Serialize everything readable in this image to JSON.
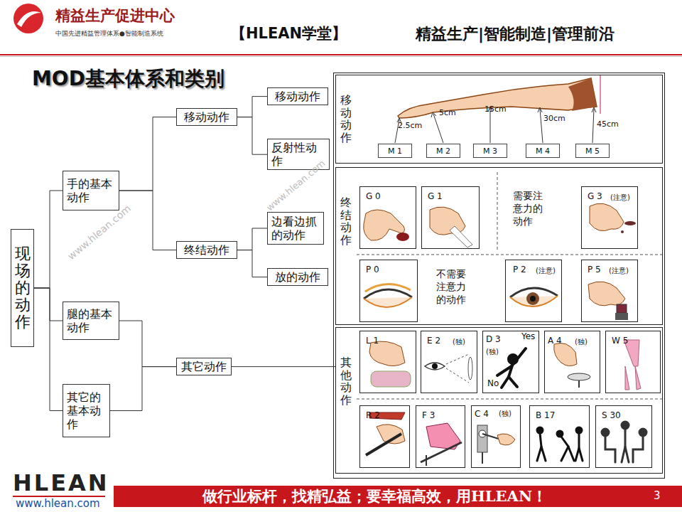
{
  "diagram": {
    "title": "MOD基本体系和类别",
    "nodes": [
      {
        "text": [
          "现场的动作"
        ]
      },
      {
        "text": [
          "手的基本动作"
        ]
      },
      {
        "text": [
          "移动动作"
        ]
      },
      {
        "text": [
          "移动动作"
        ]
      },
      {
        "text": [
          "反射性动作"
        ]
      },
      {
        "text": [
          "终结动作"
        ]
      },
      {
        "text": [
          "边看边抓的动作"
        ]
      },
      {
        "text": [
          "放的动作"
        ]
      },
      {
        "text": [
          "腿的基本动作"
        ]
      },
      {
        "text": [
          "其它的基本动作"
        ]
      },
      {
        "text": [
          "其它动作"
        ]
      },
      {
        "text": [
          "移动动作"
        ]
      },
      {
        "text": [
          "M 1"
        ],
        "in": 11
      },
      {
        "text": [
          "M 2"
        ],
        "in": 11
      },
      {
        "text": [
          "M 3"
        ],
        "in": 11
      },
      {
        "text": [
          "M 4"
        ],
        "in": 11
      },
      {
        "text": [
          "M 5"
        ],
        "in": 11
      },
      {
        "text": [
          "终结动作"
        ]
      },
      {
        "text": [
          "G 0"
        ],
        "in": 17
      },
      {
        "text": [
          "G 1"
        ],
        "in": 17
      },
      {
        "text": [
          "G 3",
          "(注意)"
        ],
        "in": 17
      },
      {
        "text": [
          "P 0"
        ],
        "in": 17
      },
      {
        "text": [
          "P 2",
          "(注意)"
        ],
        "in": 17
      },
      {
        "text": [
          "P 5",
          "(注意)"
        ],
        "in": 17
      },
      {
        "text": [
          "其他动作"
        ]
      },
      {
        "text": [
          "L 1"
        ],
        "in": 24
      },
      {
        "text": [
          "E 2",
          "(独)"
        ],
        "in": 24
      },
      {
        "text": [
          "D 3",
          "Yes",
          "(独)",
          "No"
        ],
        "in": 24
      },
      {
        "text": [
          "A 4",
          "(独)"
        ],
        "in": 24
      },
      {
        "text": [
          "W 5"
        ],
        "in": 24
      },
      {
        "text": [
          "R 2"
        ],
        "in": 24
      },
      {
        "text": [
          "F 3"
        ],
        "in": 24
      },
      {
        "text": [
          "C 4",
          "(独)"
        ],
        "in": 24
      },
      {
        "text": [
          "B 17"
        ],
        "in": 24
      },
      {
        "text": [
          "S 30"
        ],
        "in": 24
      }
    ],
    "edges": [
      {
        "from": 0,
        "to": 1,
        "arrow": "none"
      },
      {
        "from": 0,
        "to": 8,
        "arrow": "none"
      },
      {
        "from": 0,
        "to": 9,
        "arrow": "none"
      },
      {
        "from": 1,
        "to": 2,
        "arrow": "none"
      },
      {
        "from": 1,
        "to": 5,
        "arrow": "none"
      },
      {
        "from": 2,
        "to": 3,
        "arrow": "none"
      },
      {
        "from": 2,
        "to": 4,
        "arrow": "none"
      },
      {
        "from": 5,
        "to": 6,
        "arrow": "none"
      },
      {
        "from": 5,
        "to": 7,
        "arrow": "none"
      },
      {
        "from": 8,
        "to": 10,
        "arrow": "none"
      },
      {
        "from": 9,
        "to": 10,
        "arrow": "none"
      },
      {
        "from": 10,
        "to": 24,
        "arrow": "none"
      }
    ],
    "labels": [
      "精益生产促进中心",
      "中国先进精益管理体系●智能制造系统",
      "【HLEAN学堂】",
      "精益生产|智能制造|管理前沿",
      "2.5cm",
      "5cm",
      "15cm",
      "30cm",
      "45cm",
      "需要注意力的动作",
      "不需要注意力的动作",
      "www.hlean.com",
      "www.hlean.com",
      "HLEAN",
      "www.hlean.com",
      "做行业标杆，找精弘益；要幸福高效，用HLEAN！",
      "3"
    ]
  }
}
